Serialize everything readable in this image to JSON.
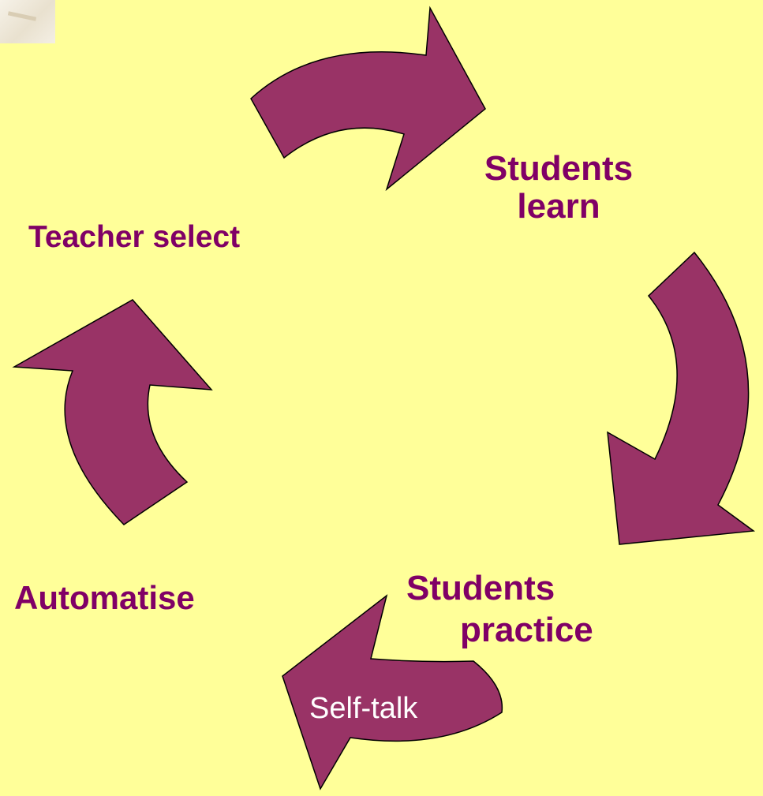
{
  "diagram": {
    "background_color": "#ffff99",
    "arrow_color": "#993366",
    "label_color": "#800066",
    "nodes": {
      "teacher_select": "Teacher select",
      "students_learn": {
        "line1": "Students",
        "line2": "learn"
      },
      "students_practice": {
        "line1": "Students",
        "line2": "practice"
      },
      "automatise": "Automatise"
    },
    "self_talk": "Self-talk"
  }
}
